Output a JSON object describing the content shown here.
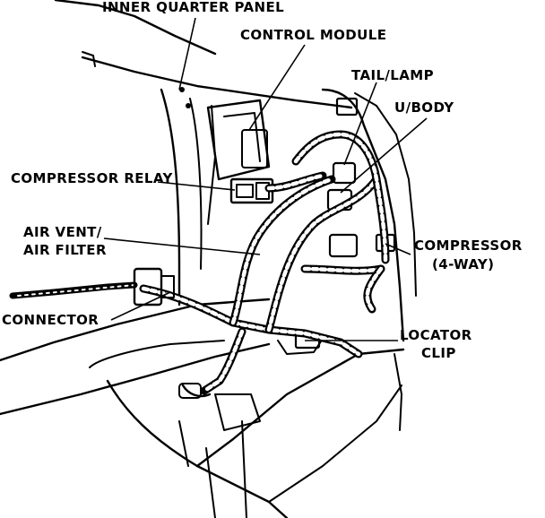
{
  "labels": {
    "inner_quarter_panel": "INNER QUARTER PANEL",
    "control_module": "CONTROL MODULE",
    "tail_lamp": "TAIL/LAMP",
    "u_body": "U/BODY",
    "compressor_relay": "COMPRESSOR RELAY",
    "air_vent_line1": "AIR VENT/",
    "air_vent_line2": "AIR FILTER",
    "compressor_line1": "COMPRESSOR",
    "compressor_line2": "(4-WAY)",
    "connector": "CONNECTOR",
    "locator_line1": "LOCATOR",
    "locator_line2": "CLIP"
  },
  "colors": {
    "ink": "#000000",
    "paper": "#ffffff"
  }
}
